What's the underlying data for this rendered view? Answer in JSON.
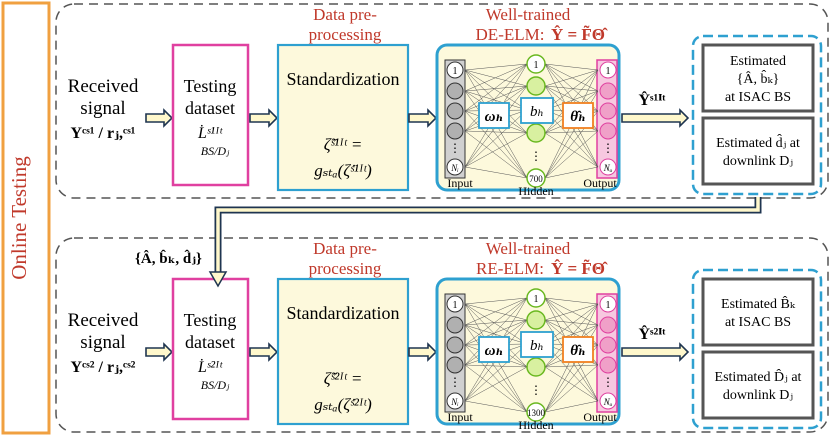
{
  "side_label": "Online Testing",
  "stages": [
    {
      "id": "stage1",
      "received": {
        "line1": "Received",
        "line2": "signal",
        "line3": "Yᶜˢ¹ / rⱼ,ᶜˢ¹"
      },
      "dataset": {
        "line1": "Testing",
        "line2": "dataset",
        "line3": "L̇ˢ¹ᴵᵗ",
        "line4": "BS/Dⱼ"
      },
      "preproc_title": {
        "line1": "Data pre-",
        "line2": "processing"
      },
      "preproc_box": {
        "title": "Standardization",
        "eq1": "ζ̃ˢ¹ᴵᵗ =",
        "eq2": "gₛₜₐ(ζ̇ˢ¹ᴵᵗ)"
      },
      "model_title": {
        "line1": "Well-trained",
        "line2": "DE-ELM:",
        "eq": "Ŷ = F̃Θ̂"
      },
      "network": {
        "in_top": "1",
        "in_bot": "Nᵢ",
        "hid_top": "1",
        "hid_bot": "700",
        "out_top": "1",
        "out_bot": "Nₒ",
        "w": "ωₕ",
        "b": "bₕ",
        "theta": "θ̂ₕ",
        "label_in": "Input",
        "label_hid": "Hidden",
        "label_out": "Output"
      },
      "output_label": "Ŷˢ¹ᴵᵗ",
      "results": [
        {
          "line1": "Estimated",
          "line2": "{Â, b̂ₖ}",
          "line3": "at ISAC BS"
        },
        {
          "line1": "Estimated d̂ⱼ at",
          "line2": "downlink Dⱼ"
        }
      ]
    },
    {
      "id": "stage2",
      "feedback": "{Â, b̂ₖ, d̂ⱼ}",
      "received": {
        "line1": "Received",
        "line2": "signal",
        "line3": "Yᶜˢ² / rⱼ,ᶜˢ²"
      },
      "dataset": {
        "line1": "Testing",
        "line2": "dataset",
        "line3": "L̇ˢ²ᴵᵗ",
        "line4": "BS/Dⱼ"
      },
      "preproc_title": {
        "line1": "Data pre-",
        "line2": "processing"
      },
      "preproc_box": {
        "title": "Standardization",
        "eq1": "ζ̃ˢ²ᴵᵗ =",
        "eq2": "gₛₜₐ(ζ̇ˢ²ᴵᵗ)"
      },
      "model_title": {
        "line1": "Well-trained",
        "line2": "RE-ELM:",
        "eq": "Ŷ = F̃Θ̂"
      },
      "network": {
        "in_top": "1",
        "in_bot": "Nᵢ",
        "hid_top": "1",
        "hid_bot": "1300",
        "out_top": "1",
        "out_bot": "Nₒ",
        "w": "ωₕ",
        "b": "bₕ",
        "theta": "θ̂ₕ",
        "label_in": "Input",
        "label_hid": "Hidden",
        "label_out": "Output"
      },
      "output_label": "Ŷˢ²ᴵᵗ",
      "results": [
        {
          "line1": "Estimated B̂ₖ",
          "line2": "at ISAC BS"
        },
        {
          "line1": "Estimated D̂ⱼ at",
          "line2": "downlink Dⱼ"
        }
      ]
    }
  ]
}
